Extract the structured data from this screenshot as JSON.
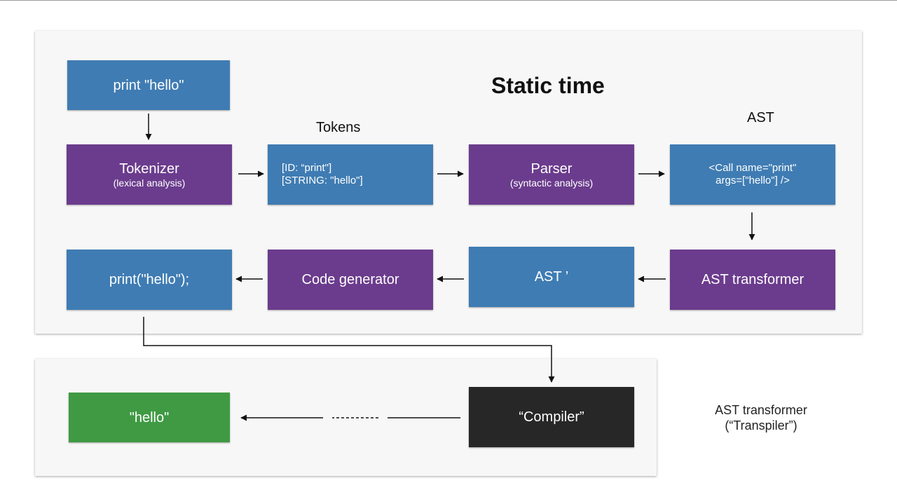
{
  "title": "Static time",
  "labels": {
    "tokens": "Tokens",
    "ast": "AST",
    "note_line1": "AST transformer",
    "note_line2": "(“Transpiler”)"
  },
  "boxes": {
    "source": "print \"hello\"",
    "tokenizer_main": "Tokenizer",
    "tokenizer_sub": "(lexical analysis)",
    "tokens_line1": "[ID: “print\"]",
    "tokens_line2": "[STRING: \"hello\"]",
    "parser_main": "Parser",
    "parser_sub": "(syntactic analysis)",
    "ast_line1": "<Call name=\"print\"",
    "ast_line2": "args=[\"hello\"] />",
    "ast_transformer": "AST transformer",
    "ast_prime": "AST ’",
    "code_generator": "Code generator",
    "output_code": "print(\"hello\");",
    "compiler": "“Compiler”",
    "result": "\"hello\""
  },
  "colors": {
    "data_box": "#3f7cb3",
    "process_box": "#6b3c8d",
    "result_box": "#3f9a43",
    "compiler_box": "#272727",
    "panel": "#f7f7f7"
  }
}
